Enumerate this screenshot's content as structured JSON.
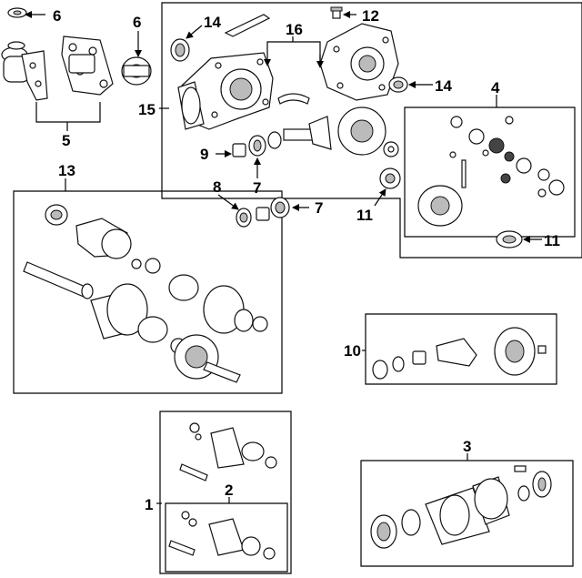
{
  "callouts": {
    "c1": "1",
    "c2": "2",
    "c3": "3",
    "c4": "4",
    "c5": "5",
    "c6a": "6",
    "c6b": "6",
    "c7a": "7",
    "c7b": "7",
    "c8": "8",
    "c9": "9",
    "c10": "10",
    "c11a": "11",
    "c11b": "11",
    "c12": "12",
    "c13": "13",
    "c14a": "14",
    "c14b": "14",
    "c15": "15",
    "c16": "16"
  }
}
